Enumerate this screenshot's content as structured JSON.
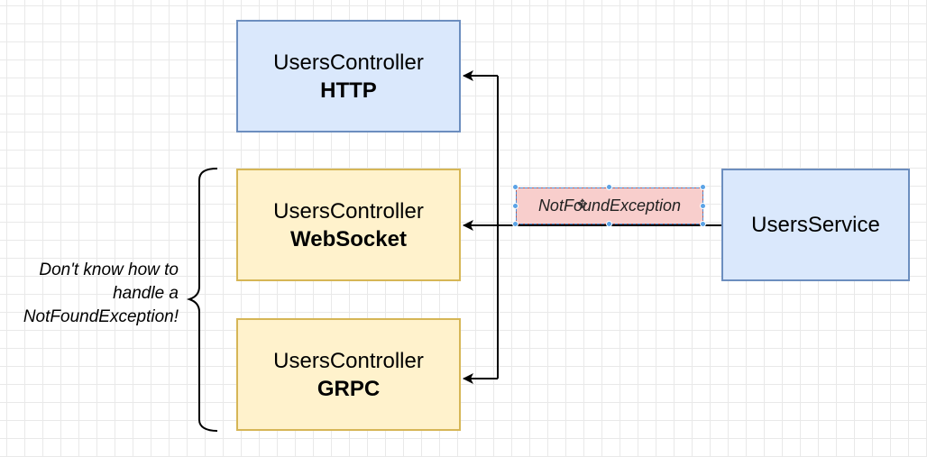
{
  "controllers": [
    {
      "title": "UsersController",
      "protocol": "HTTP"
    },
    {
      "title": "UsersController",
      "protocol": "WebSocket"
    },
    {
      "title": "UsersController",
      "protocol": "GRPC"
    }
  ],
  "service": {
    "label": "UsersService"
  },
  "exception": {
    "label": "NotFoundException"
  },
  "note": {
    "lines": [
      "Don't know how to",
      "handle a",
      "NotFoundException!"
    ]
  },
  "colors": {
    "blue_fill": "#dae8fc",
    "blue_stroke": "#6c8ebf",
    "yellow_fill": "#fff2cc",
    "yellow_stroke": "#d6b656",
    "red_fill": "#f8cecc",
    "red_stroke": "#b85450",
    "selection": "#5ba3e6"
  }
}
